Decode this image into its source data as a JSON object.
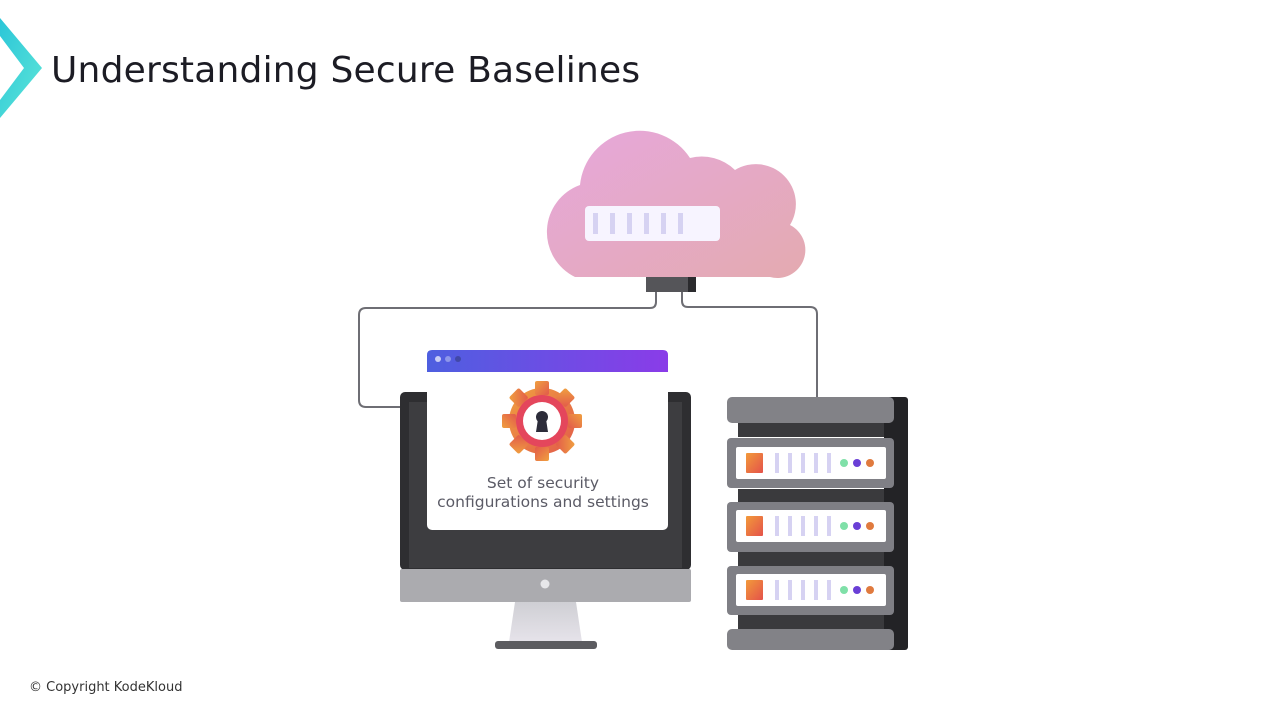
{
  "slide": {
    "title": "Understanding Secure Baselines",
    "footer": "© Copyright KodeKloud"
  },
  "diagram": {
    "caption_line1": "Set of security",
    "caption_line2": "configurations and settings",
    "nodes": [
      "cloud-icon",
      "monitor-icon",
      "gear-lock-icon",
      "server-rack-icon"
    ],
    "colors": {
      "cloud": "#e2a8d2",
      "window_bar_start": "#4e5fe0",
      "window_bar_end": "#8a3ce8",
      "gear_outer": "#ef8a3a",
      "gear_inner": "#e5455b",
      "server_gray": "#7f7f85"
    }
  }
}
